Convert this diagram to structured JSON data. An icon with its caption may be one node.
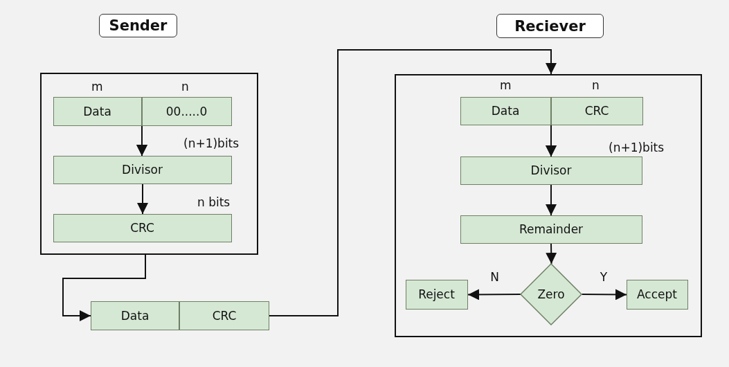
{
  "diagram": {
    "nodes": [
      {
        "text": [
          "Sender"
        ]
      },
      {
        "text": [
          "Reciever"
        ]
      },
      {
        "text": [],
        "shape": "box"
      },
      {
        "text": [
          "Data"
        ],
        "in": 2
      },
      {
        "text": [
          "00.....0"
        ],
        "in": 2
      },
      {
        "text": [
          "Divisor"
        ],
        "in": 2
      },
      {
        "text": [
          "CRC"
        ],
        "in": 2
      },
      {
        "text": [
          "Data"
        ]
      },
      {
        "text": [
          "CRC"
        ]
      },
      {
        "text": [],
        "shape": "box"
      },
      {
        "text": [
          "Data"
        ],
        "in": 9
      },
      {
        "text": [
          "CRC"
        ],
        "in": 9
      },
      {
        "text": [
          "Divisor"
        ],
        "in": 9
      },
      {
        "text": [
          "Remainder"
        ],
        "in": 9
      },
      {
        "text": [
          "Zero"
        ],
        "in": 9
      },
      {
        "text": [
          "Reject"
        ],
        "in": 9
      },
      {
        "text": [
          "Accept"
        ],
        "in": 9
      }
    ],
    "edges": [
      {
        "from": 3,
        "to": 5,
        "arrow": "to"
      },
      {
        "from": 4,
        "to": 5,
        "arrow": "to"
      },
      {
        "from": 5,
        "to": 6,
        "arrow": "to"
      },
      {
        "from": 2,
        "to": 7,
        "arrow": "to"
      },
      {
        "from": 8,
        "to": 9,
        "arrow": "to"
      },
      {
        "from": 10,
        "to": 12,
        "arrow": "to"
      },
      {
        "from": 11,
        "to": 12,
        "arrow": "to"
      },
      {
        "from": 12,
        "to": 13,
        "arrow": "to"
      },
      {
        "from": 13,
        "to": 14,
        "arrow": "to"
      },
      {
        "from": 14,
        "to": 15,
        "arrow": "to",
        "label": "N"
      },
      {
        "from": 14,
        "to": 16,
        "arrow": "to",
        "label": "Y"
      }
    ],
    "labels": [
      "m",
      "n",
      "(n+1)bits",
      "n bits",
      "m",
      "n",
      "(n+1)bits"
    ]
  }
}
